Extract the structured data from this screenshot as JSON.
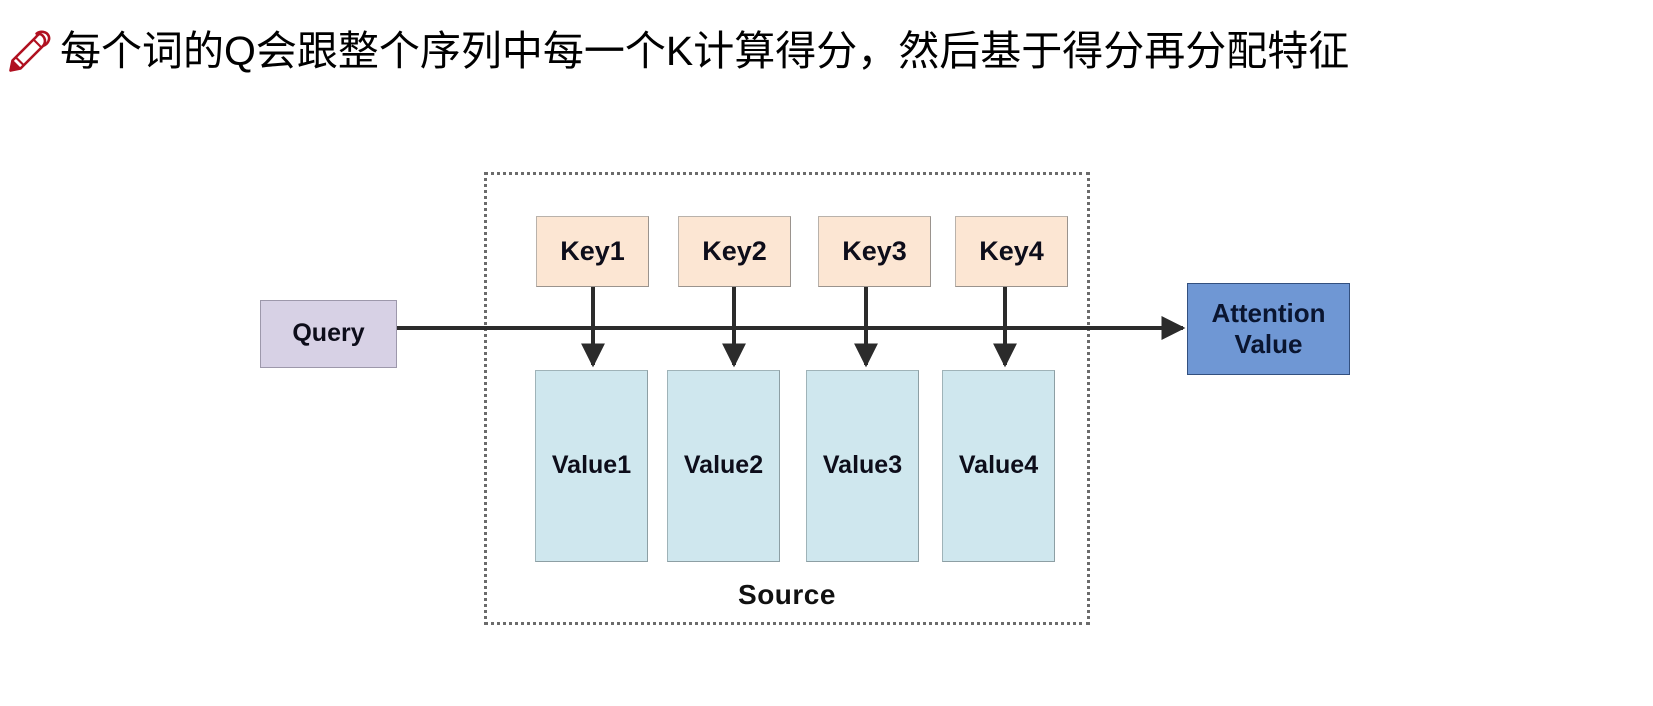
{
  "slide": {
    "bullet_icon": "pencil-icon",
    "bullet_icon_color": "#b01020",
    "title": "每个词的Q会跟整个序列中每一个K计算得分，然后基于得分再分配特征"
  },
  "diagram": {
    "type": "attention-mechanism",
    "source_group": {
      "label": "Source",
      "border_style": "dotted",
      "border_color": "#6b6b6b"
    },
    "query": {
      "label": "Query",
      "fill": "#d7d1e5",
      "border": "#9d98ab"
    },
    "attention_output": {
      "line1": "Attention",
      "line2": "Value",
      "fill": "#6f97d4",
      "border": "#33507f"
    },
    "keys": [
      {
        "label": "Key1",
        "fill": "#fce6d3"
      },
      {
        "label": "Key2",
        "fill": "#fce6d3"
      },
      {
        "label": "Key3",
        "fill": "#fce6d3"
      },
      {
        "label": "Key4",
        "fill": "#fce6d3"
      }
    ],
    "values": [
      {
        "label": "Value1",
        "fill": "#cfe7ee"
      },
      {
        "label": "Value2",
        "fill": "#cfe7ee"
      },
      {
        "label": "Value3",
        "fill": "#cfe7ee"
      },
      {
        "label": "Value4",
        "fill": "#cfe7ee"
      }
    ],
    "connectors": {
      "query_to_attention": "horizontal-arrow",
      "key_to_value": "vertical-arrow",
      "arrow_color": "#2b2b2b"
    }
  }
}
